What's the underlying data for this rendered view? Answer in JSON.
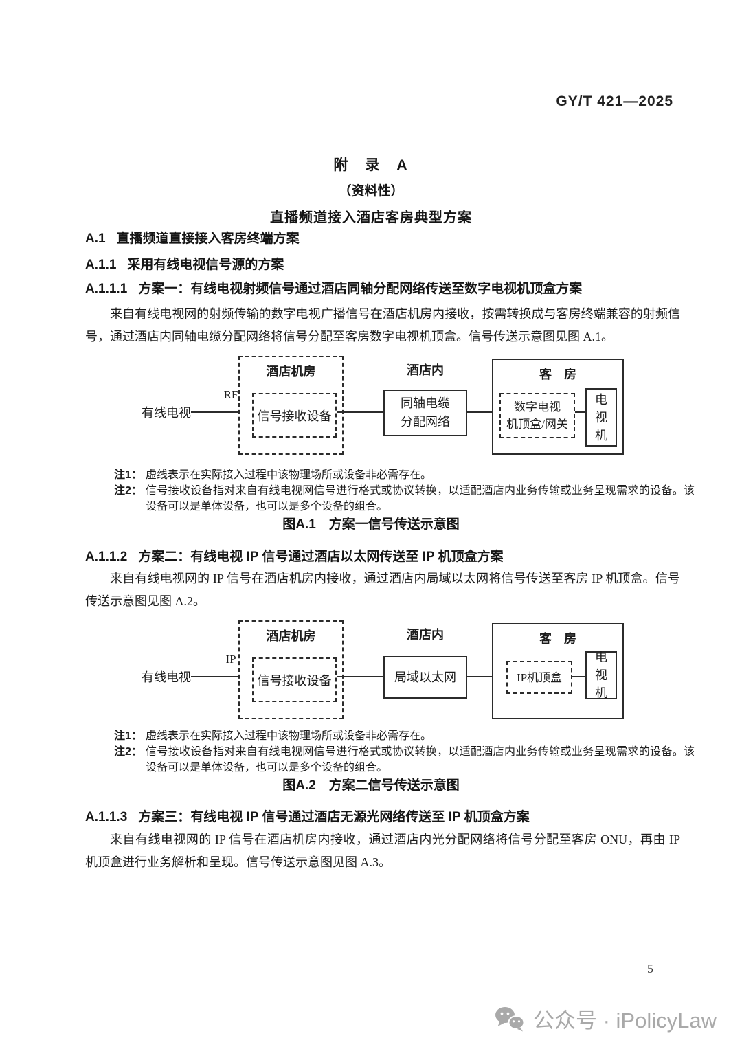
{
  "doc": {
    "standard_no": "GY/T 421—2025",
    "page_number": "5"
  },
  "appendix": {
    "title_line1": "附　录　A",
    "title_line2": "（资料性）",
    "title_line3": "直播频道接入酒店客房典型方案"
  },
  "sections": {
    "a1": {
      "no": "A.1",
      "title": "直播频道直接接入客房终端方案"
    },
    "a11": {
      "no": "A.1.1",
      "title": "采用有线电视信号源的方案"
    },
    "a111": {
      "no": "A.1.1.1",
      "title": "方案一：有线电视射频信号通过酒店同轴分配网络传送至数字电视机顶盒方案",
      "paragraph": "来自有线电视网的射频传输的数字电视广播信号在酒店机房内接收，按需转换成与客房终端兼容的射频信号，通过酒店内同轴电缆分配网络将信号分配至客房数字电视机顶盒。信号传送示意图见图 A.1。"
    },
    "a112": {
      "no": "A.1.1.2",
      "title": "方案二：有线电视 IP 信号通过酒店以太网传送至 IP 机顶盒方案",
      "paragraph": "来自有线电视网的 IP 信号在酒店机房内接收，通过酒店内局域以太网将信号传送至客房 IP 机顶盒。信号传送示意图见图 A.2。"
    },
    "a113": {
      "no": "A.1.1.3",
      "title": "方案三：有线电视 IP 信号通过酒店无源光网络传送至 IP 机顶盒方案",
      "paragraph": "来自有线电视网的 IP 信号在酒店机房内接收，通过酒店内光分配网络将信号分配至客房 ONU，再由 IP 机顶盒进行业务解析和呈现。信号传送示意图见图 A.3。"
    }
  },
  "figure1": {
    "source_label": "有线电视",
    "signal_label": "RF",
    "machine_room_label": "酒店机房",
    "receiver_label": "信号接收设备",
    "hotel_scope_label": "酒店内",
    "network_line1": "同轴电缆",
    "network_line2": "分配网络",
    "room_label": "客　房",
    "stb_line1": "数字电视",
    "stb_line2": "机顶盒/网关",
    "tv_label": "电视机",
    "note1_label": "注1：",
    "note1_text": "虚线表示在实际接入过程中该物理场所或设备非必需存在。",
    "note2_label": "注2：",
    "note2_text": "信号接收设备指对来自有线电视网信号进行格式或协议转换，以适配酒店内业务传输或业务呈现需求的设备。该设备可以是单体设备，也可以是多个设备的组合。",
    "caption": "图A.1　方案一信号传送示意图"
  },
  "figure2": {
    "source_label": "有线电视",
    "signal_label": "IP",
    "machine_room_label": "酒店机房",
    "receiver_label": "信号接收设备",
    "hotel_scope_label": "酒店内",
    "network_line1": "局域以太网",
    "room_label": "客　房",
    "stb_line1": "IP机顶盒",
    "tv_label": "电视机",
    "note1_label": "注1：",
    "note1_text": "虚线表示在实际接入过程中该物理场所或设备非必需存在。",
    "note2_label": "注2：",
    "note2_text": "信号接收设备指对来自有线电视网信号进行格式或协议转换，以适配酒店内业务传输或业务呈现需求的设备。该设备可以是单体设备，也可以是多个设备的组合。",
    "caption": "图A.2　方案二信号传送示意图"
  },
  "footer": {
    "watermark_text": "公众号 · iPolicyLaw",
    "watermark_color": "#a9a9a9"
  }
}
